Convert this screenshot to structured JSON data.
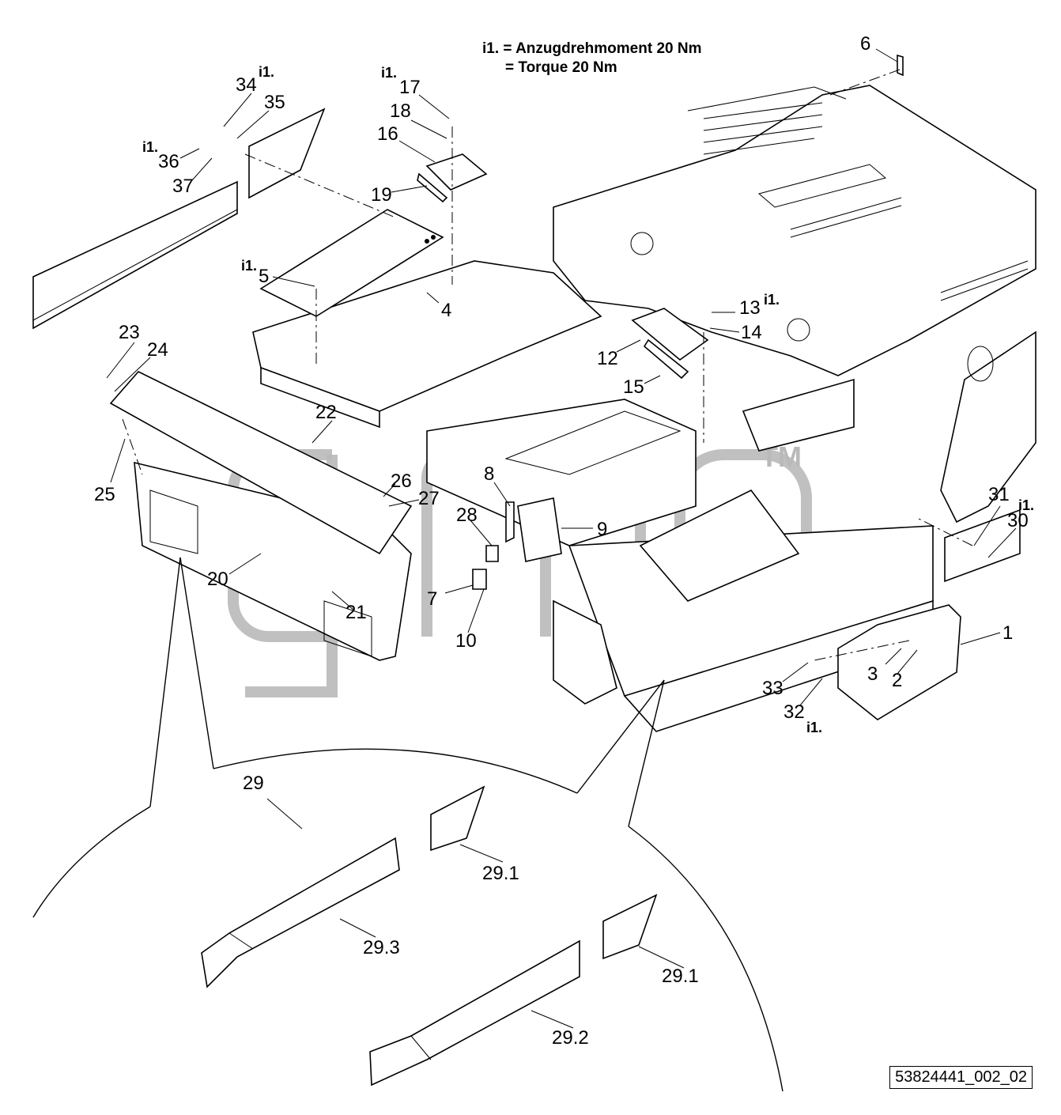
{
  "note": {
    "line1": "i1. = Anzugdrehmoment 20 Nm",
    "line2": "= Torque 20 Nm"
  },
  "torque_marker": "i1.",
  "callouts": [
    "1",
    "2",
    "3",
    "4",
    "5",
    "6",
    "7",
    "8",
    "9",
    "10",
    "12",
    "13",
    "14",
    "15",
    "16",
    "17",
    "18",
    "19",
    "20",
    "21",
    "22",
    "23",
    "24",
    "25",
    "26",
    "27",
    "28",
    "29",
    "29.1",
    "29.2",
    "29.3",
    "30",
    "31",
    "32",
    "33",
    "34",
    "35",
    "36",
    "37"
  ],
  "watermark": "gmp",
  "watermark_tm": "TM",
  "document_number": "53824441_002_02"
}
